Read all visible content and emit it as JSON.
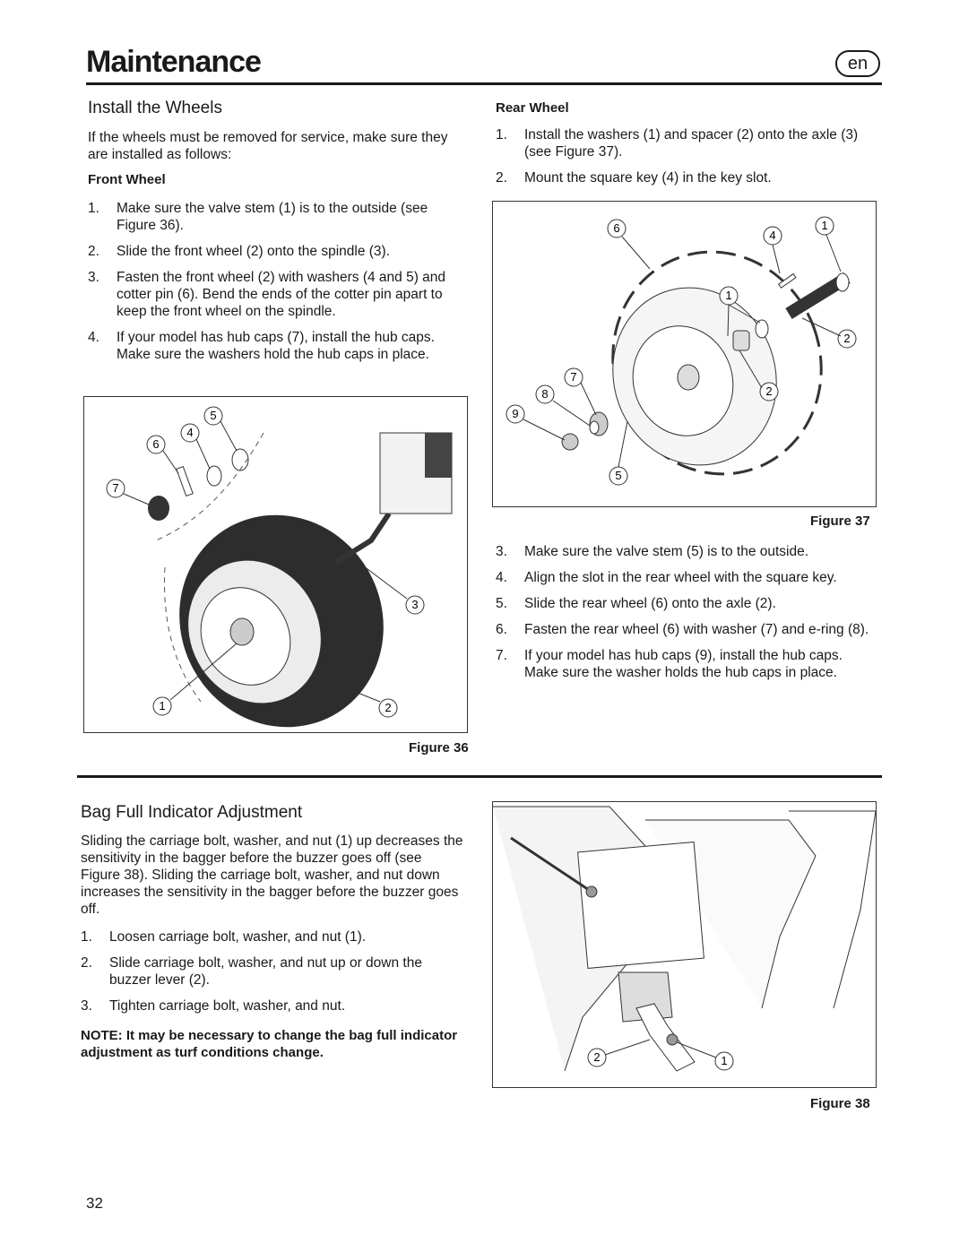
{
  "header": {
    "title": "Maintenance",
    "lang": "en"
  },
  "install": {
    "heading": "Install the Wheels",
    "intro": "If the wheels must be removed for service, make sure they are installed as follows:",
    "front": {
      "heading": "Front Wheel",
      "steps": [
        {
          "n": "1.",
          "text": "Make sure the valve stem (1) is to the outside (see Figure 36)."
        },
        {
          "n": "2.",
          "text": "Slide the front wheel (2) onto the spindle (3)."
        },
        {
          "n": "3.",
          "text": "Fasten the front wheel (2) with washers (4 and 5) and cotter pin (6). Bend the ends of the cotter pin apart to keep the front wheel on the spindle."
        },
        {
          "n": "4.",
          "text": "If your model has hub caps (7), install the hub caps. Make sure the washers hold the hub caps in place."
        }
      ],
      "figure_caption": "Figure 36",
      "callouts": [
        "5",
        "4",
        "6",
        "7",
        "3",
        "1",
        "2"
      ]
    },
    "rear": {
      "heading": "Rear Wheel",
      "steps_a": [
        {
          "n": "1.",
          "text": "Install the washers (1) and spacer (2) onto the axle (3) (see Figure 37)."
        },
        {
          "n": "2.",
          "text": "Mount the square key (4) in the key slot."
        }
      ],
      "figure_caption": "Figure 37",
      "callouts": [
        "6",
        "4",
        "1",
        "1",
        "2",
        "7",
        "8",
        "2",
        "9",
        "5"
      ],
      "steps_b": [
        {
          "n": "3.",
          "text": "Make sure the valve stem (5)  is to the outside."
        },
        {
          "n": "4.",
          "text": "Align the slot in the rear wheel with the square key."
        },
        {
          "n": "5.",
          "text": "Slide the rear wheel (6) onto the axle (2)."
        },
        {
          "n": "6.",
          "text": "Fasten the rear wheel (6) with washer (7) and e-ring (8)."
        },
        {
          "n": "7.",
          "text": "If your model has hub caps (9), install the hub caps. Make sure the washer holds the hub caps in place."
        }
      ]
    }
  },
  "bag": {
    "heading": "Bag Full Indicator Adjustment",
    "intro": "Sliding the carriage bolt, washer, and nut (1) up decreases the sensitivity in the bagger before the buzzer goes off (see Figure 38). Sliding the carriage bolt, washer, and nut down increases the sensitivity in the bagger  before the buzzer goes off.",
    "steps": [
      {
        "n": "1.",
        "text": "Loosen carriage bolt, washer, and nut (1)."
      },
      {
        "n": "2.",
        "text": "Slide carriage bolt, washer, and nut up or down the buzzer lever (2)."
      },
      {
        "n": "3.",
        "text": "Tighten carriage bolt, washer, and nut."
      }
    ],
    "note": "NOTE: It may be necessary to change the bag full indicator adjustment as turf conditions change.",
    "figure_caption": "Figure 38",
    "callouts": [
      "2",
      "1"
    ]
  },
  "footer": {
    "page_number": "32"
  }
}
